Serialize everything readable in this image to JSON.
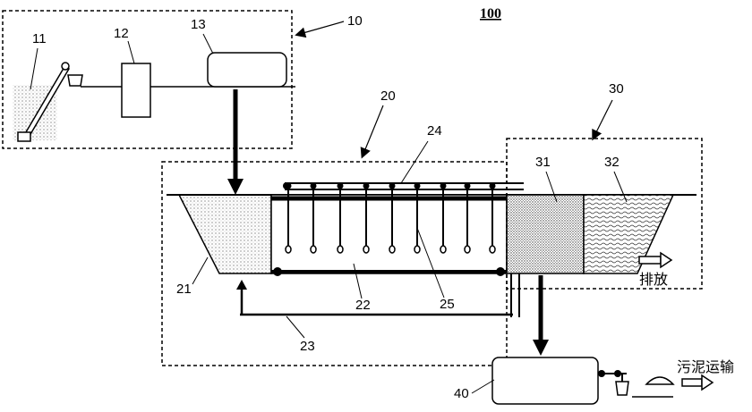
{
  "figure": {
    "number": "100",
    "units": {
      "pretreatment": {
        "number": "10",
        "parts": {
          "intake": "11",
          "equipment": "12",
          "tank": "13"
        }
      },
      "reactor": {
        "number": "20",
        "parts": {
          "inlet_zone": "21",
          "reaction_zone": "22",
          "return_line": "23",
          "header": "24",
          "diffuser": "25"
        }
      },
      "post_treatment": {
        "number": "30",
        "parts": {
          "zone_a": "31",
          "zone_b": "32"
        }
      },
      "sludge": {
        "number": "40"
      }
    },
    "outlets": {
      "discharge": "排放",
      "sludge_transport": "污泥运输"
    }
  }
}
